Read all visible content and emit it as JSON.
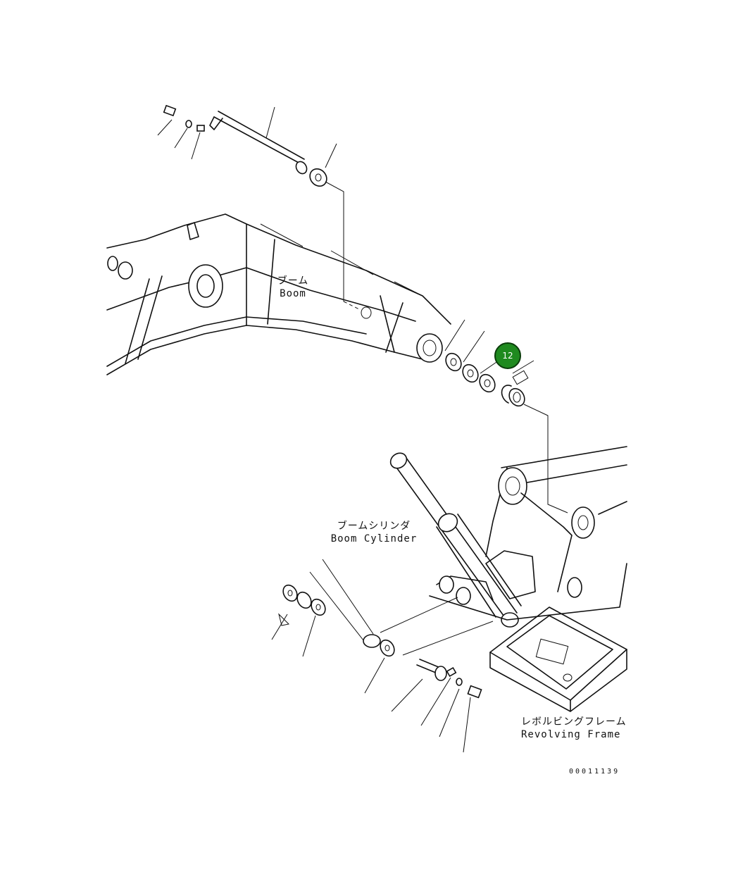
{
  "diagram": {
    "labels": {
      "boom_jp": "ブーム",
      "boom_en": "Boom",
      "cylinder_jp": "ブームシリンダ",
      "cylinder_en": "Boom Cylinder",
      "frame_jp": "レボルビングフレーム",
      "frame_en": "Revolving Frame"
    },
    "callout": {
      "number": "12",
      "color": "#1f8a1f"
    },
    "drawing_code": "00011139"
  }
}
